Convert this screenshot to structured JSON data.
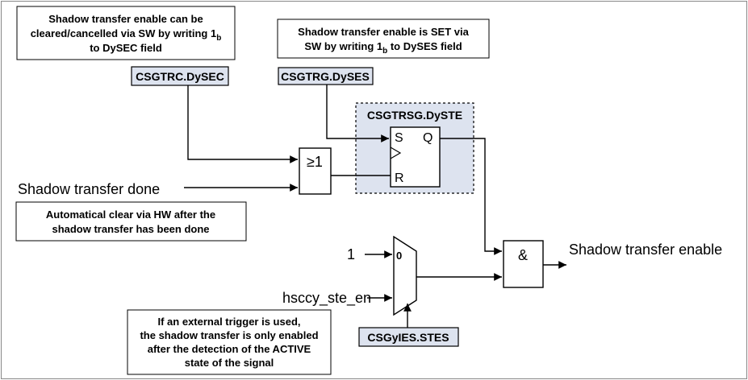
{
  "notes": {
    "clear_note": {
      "lines": [
        "Shadow transfer enable can be",
        "cleared/cancelled via SW by writing 1",
        "to DySEC field"
      ],
      "subscript": "b"
    },
    "set_note": {
      "lines": [
        "Shadow transfer enable is SET via",
        "SW by writing 1",
        " to DySES field"
      ],
      "subscript": "b"
    },
    "hw_note": {
      "lines": [
        "Automatical clear via HW after the",
        "shadow transfer has been done"
      ]
    },
    "trigger_note": {
      "lines": [
        "If an external trigger is used,",
        "the shadow transfer is only enabled",
        "after the detection of the ACTIVE",
        "state of the signal"
      ]
    }
  },
  "registers": {
    "csgtrc": "CSGTRC.DySEC",
    "csgtrg": "CSGTRG.DySES",
    "csgtrsg": "CSGTRSG.DySTE",
    "csgyies": "CSGyIES.STES"
  },
  "signals": {
    "shadow_done": "Shadow transfer done",
    "shadow_enable": "Shadow transfer enable",
    "one": "1",
    "hsccy": "hsccy_ste_en"
  },
  "gates": {
    "or_label": "≥1",
    "and_label": "&",
    "ff_s": "S",
    "ff_q": "Q",
    "ff_r": "R",
    "mux_0": "0"
  },
  "colors": {
    "register_fill": "#dde3ef",
    "flipflop_region_fill": "#dde3ef"
  }
}
